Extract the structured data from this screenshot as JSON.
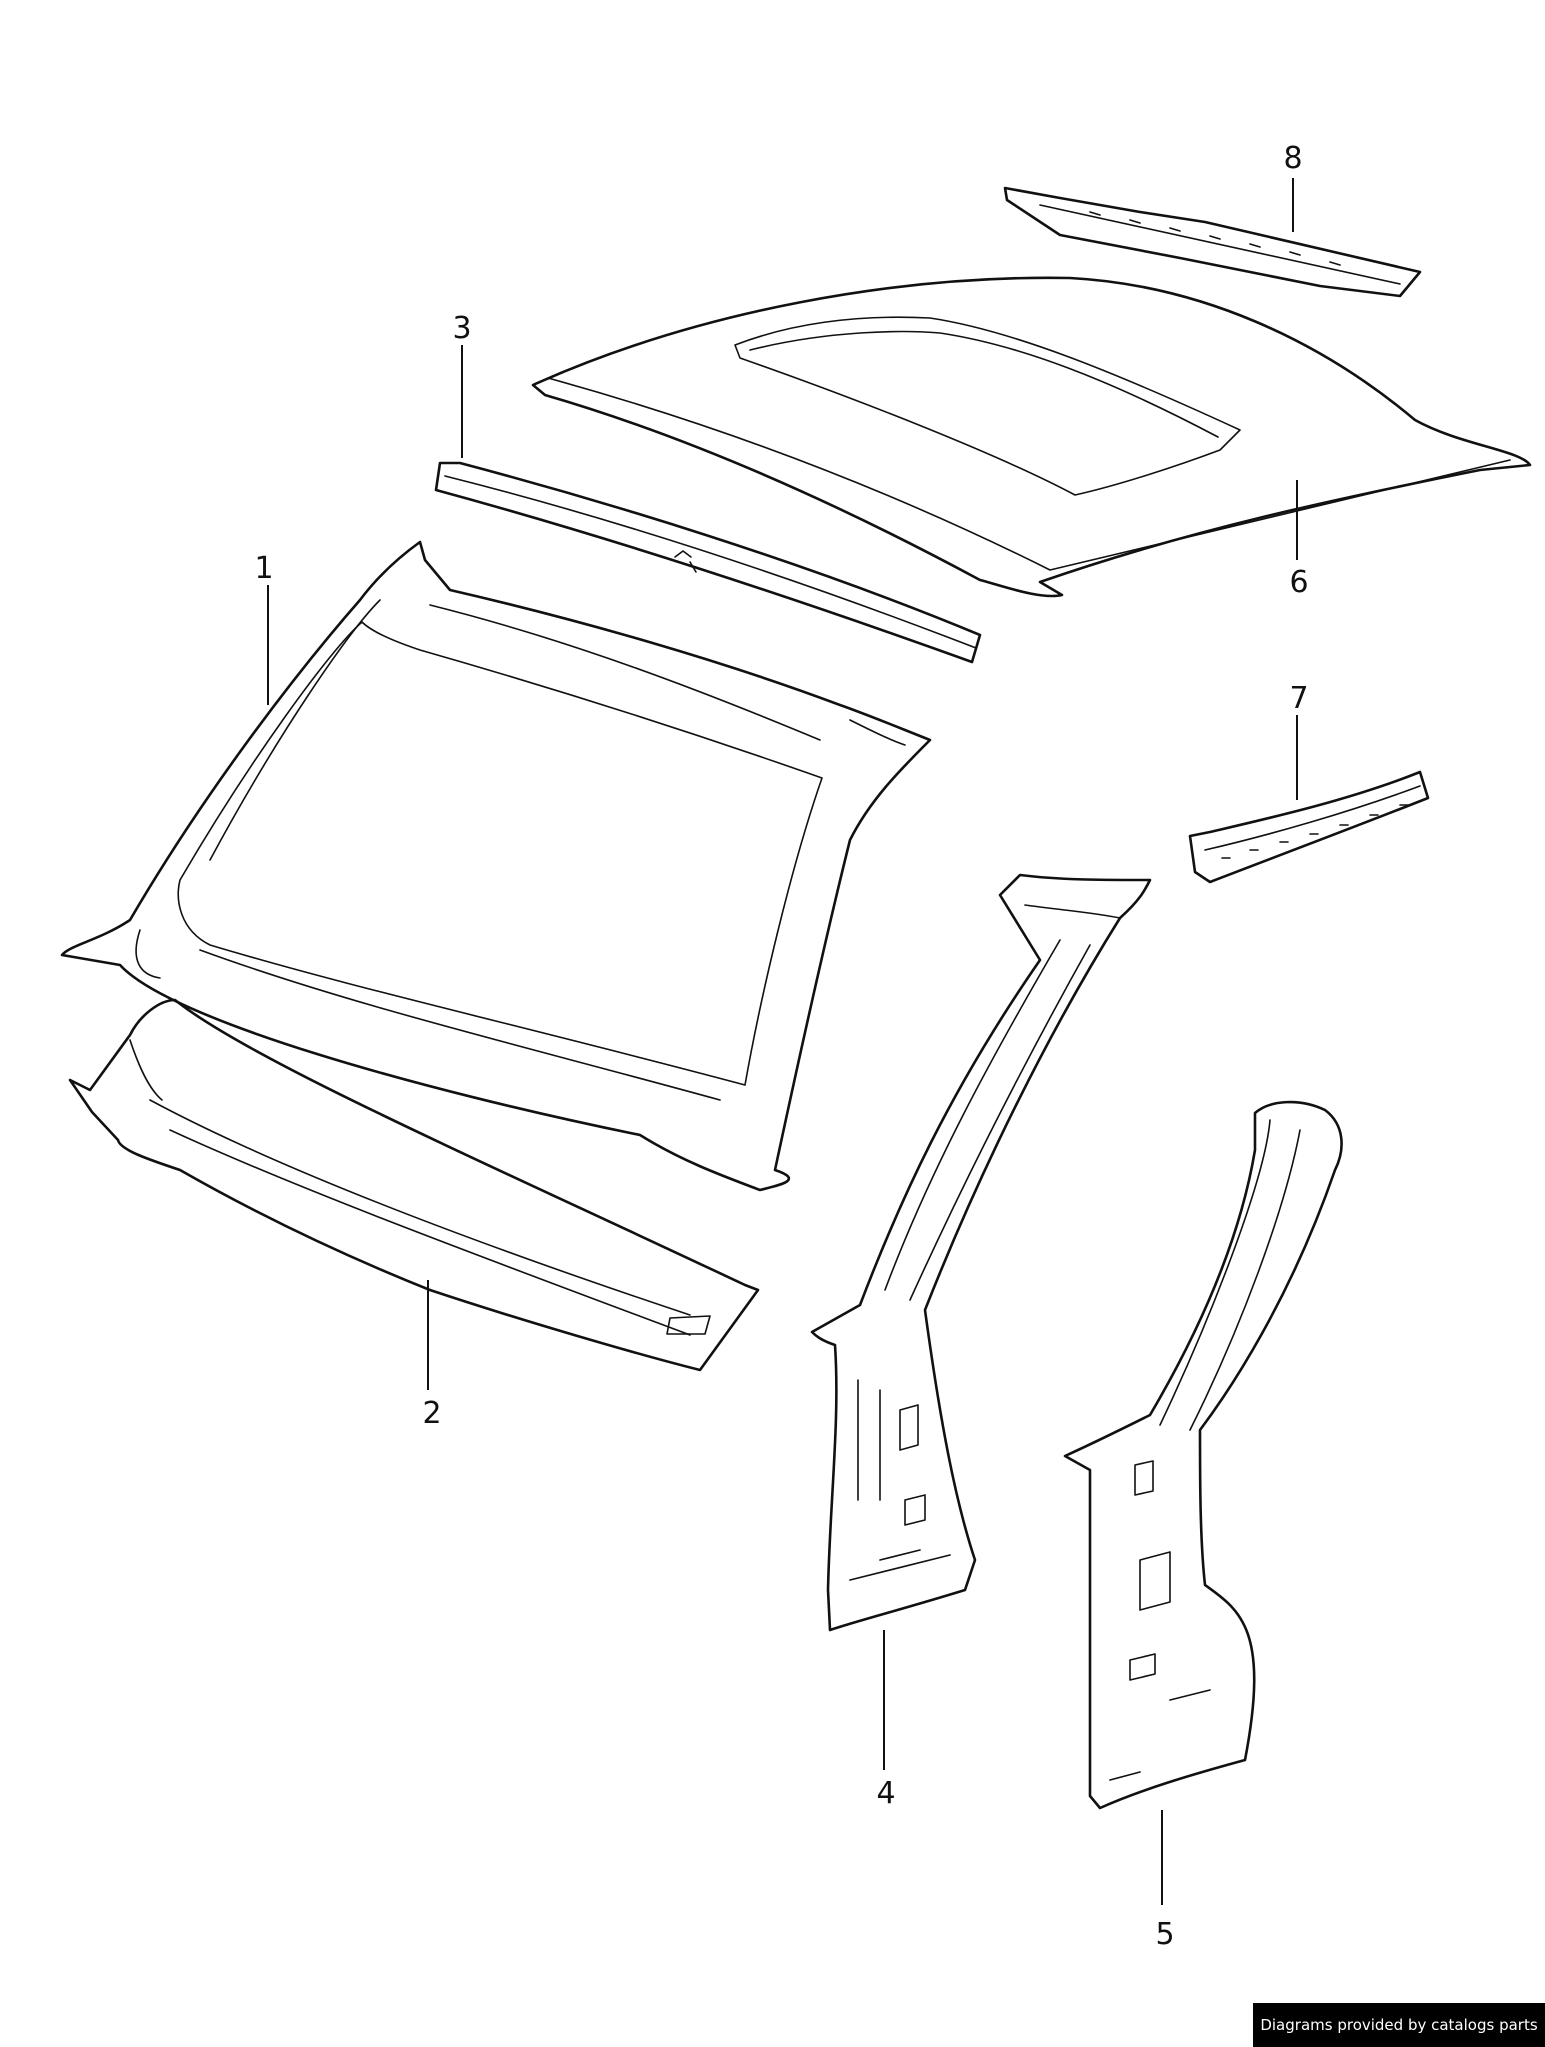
{
  "callouts": [
    {
      "id": "1",
      "label": "1"
    },
    {
      "id": "2",
      "label": "2"
    },
    {
      "id": "3",
      "label": "3"
    },
    {
      "id": "4",
      "label": "4"
    },
    {
      "id": "5",
      "label": "5"
    },
    {
      "id": "6",
      "label": "6"
    },
    {
      "id": "7",
      "label": "7"
    },
    {
      "id": "8",
      "label": "8"
    }
  ],
  "credit": "Diagrams provided by catalogs parts",
  "colors": {
    "line": "#111111",
    "background": "#ffffff",
    "credit_bg": "#000000",
    "credit_text": "#ffffff"
  }
}
